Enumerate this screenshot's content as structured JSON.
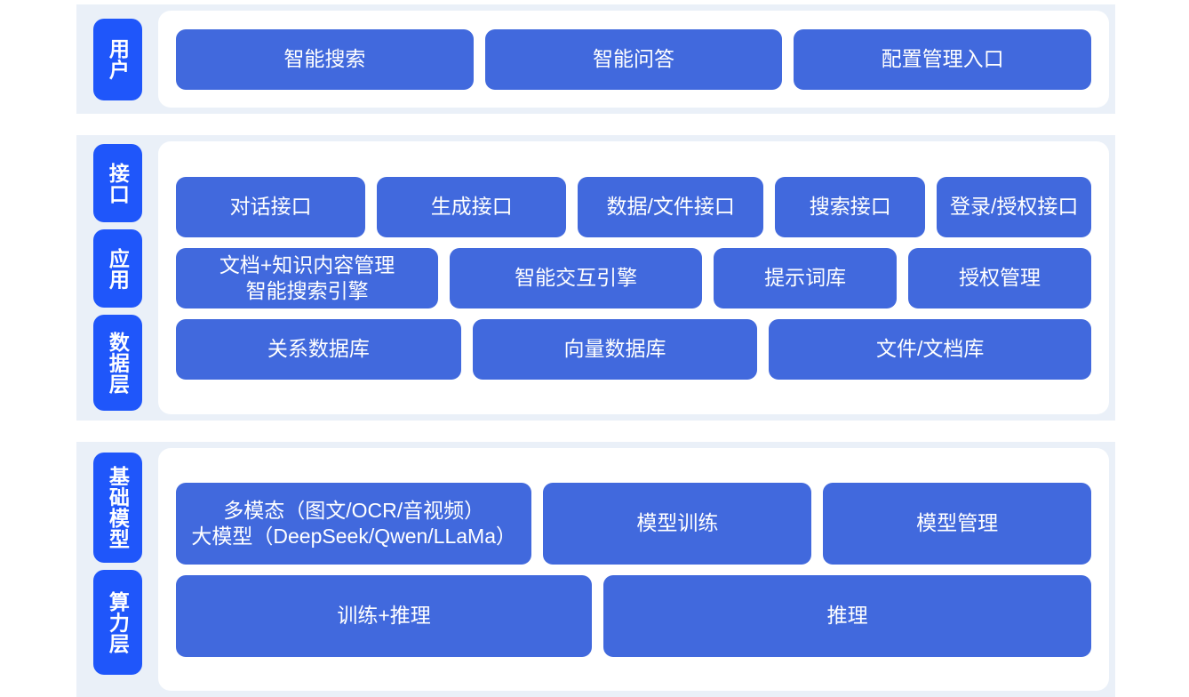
{
  "colors": {
    "page_background": "#ffffff",
    "band_background": "#eaf0f8",
    "card_background": "#ffffff",
    "side_label_blue": "#1f56fa",
    "node_blue": "#4169dd",
    "node_text": "#ffffff"
  },
  "sections": [
    {
      "id": "user",
      "labels": [
        "用户"
      ],
      "rows": [
        {
          "id": "user-row",
          "nodes": [
            "智能搜索",
            "智能问答",
            "配置管理入口"
          ]
        }
      ]
    },
    {
      "id": "platform",
      "labels": [
        "接口",
        "应用",
        "数据层"
      ],
      "rows": [
        {
          "id": "interface-row",
          "nodes": [
            "对话接口",
            "生成接口",
            "数据/文件接口",
            "搜索接口",
            "登录/授权接口"
          ]
        },
        {
          "id": "application-row",
          "nodes": [
            "文档+知识内容管理\n智能搜索引擎",
            "智能交互引擎",
            "提示词库",
            "授权管理"
          ]
        },
        {
          "id": "data-row",
          "nodes": [
            "关系数据库",
            "向量数据库",
            "文件/文档库"
          ]
        }
      ]
    },
    {
      "id": "infra",
      "labels": [
        "基础模型",
        "算力层"
      ],
      "rows": [
        {
          "id": "foundation-model-row",
          "nodes": [
            "多模态（图文/OCR/音视频）\n大模型（DeepSeek/Qwen/LLaMa）",
            "模型训练",
            "模型管理"
          ]
        },
        {
          "id": "compute-row",
          "nodes": [
            "训练+推理",
            "推理"
          ]
        }
      ]
    }
  ]
}
